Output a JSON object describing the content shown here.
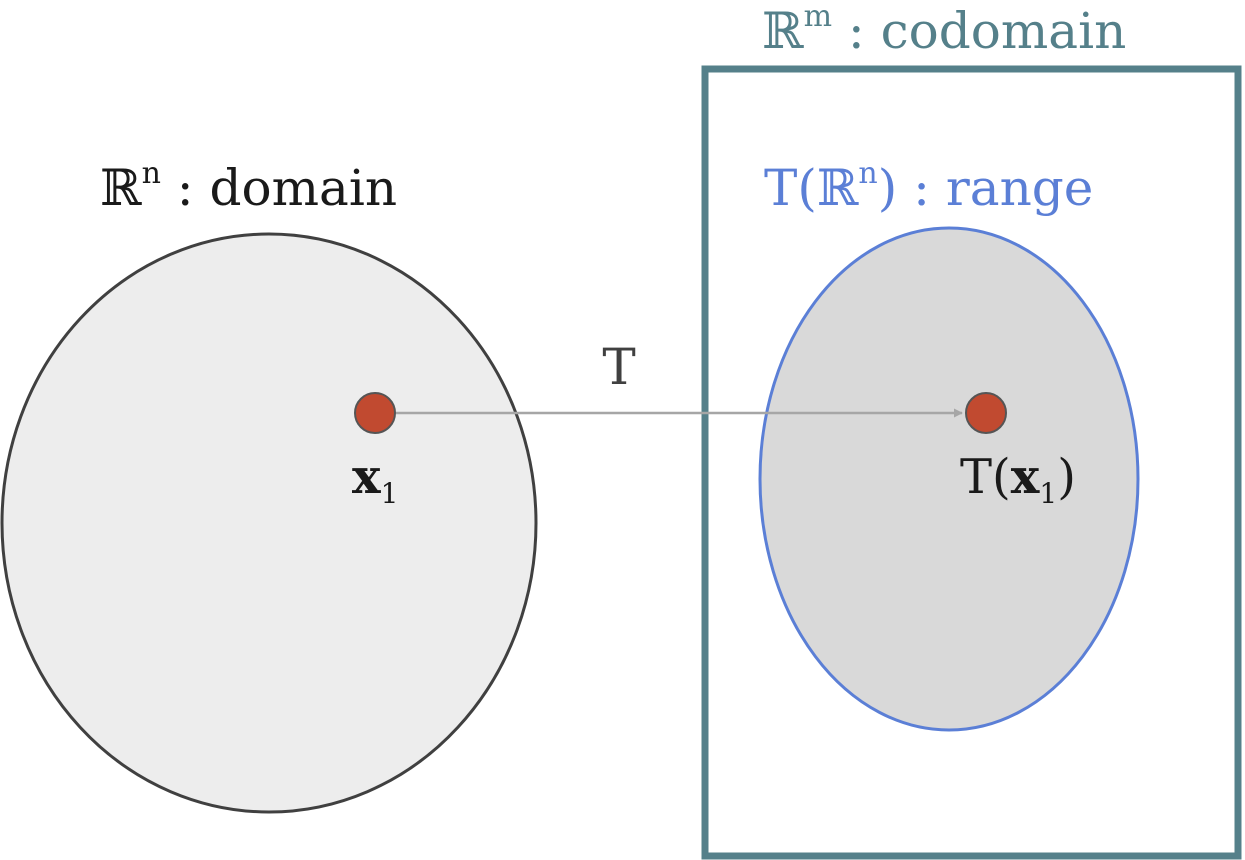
{
  "colors": {
    "domain_stroke": "#404040",
    "domain_fill": "#ededed",
    "codomain_stroke": "#55808a",
    "range_stroke": "#5b7fd6",
    "range_fill": "#d9d9d9",
    "point_fill": "#c14a30",
    "point_stroke": "#555555",
    "arrow": "#a6a6a6",
    "text_dark": "#1a1a1a",
    "text_arrow": "#404040"
  },
  "domain": {
    "symbol": "ℝ",
    "exponent": "n",
    "suffix": " : domain"
  },
  "codomain": {
    "symbol": "ℝ",
    "exponent": "m",
    "suffix": " : codomain"
  },
  "range": {
    "prefix": "T(ℝ",
    "exponent": "n",
    "suffix": ") : range"
  },
  "mapping": {
    "label": "T"
  },
  "point": {
    "name": "x",
    "subscript": "1"
  },
  "image_point": {
    "prefix": "T(",
    "name": "x",
    "subscript": "1",
    "suffix": ")"
  }
}
